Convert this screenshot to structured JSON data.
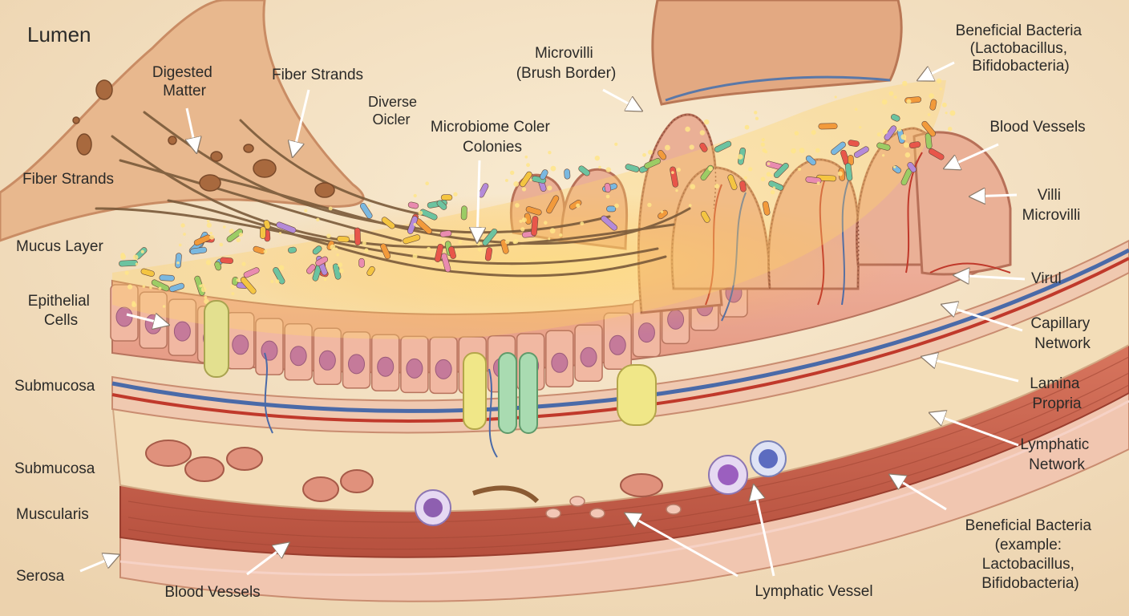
{
  "labels": {
    "lumen": "Lumen",
    "digested_matter": [
      "Digested",
      "Matter"
    ],
    "fiber_strands_top": "Fiber Strands",
    "fiber_strands_left": "Fiber Strands",
    "diverse": [
      "Diverse",
      "Oicler"
    ],
    "microbiome": [
      "Microbiome Coler",
      "Colonies"
    ],
    "microvilli": [
      "Microvilli",
      "(Brush Border)"
    ],
    "beneficial_top": [
      "Beneficial Bacteria",
      "(Lactobacillus,",
      "Bifidobacteria)"
    ],
    "blood_vessels_right": "Blood Vessels",
    "villi": [
      "Villi",
      "Microvilli"
    ],
    "mucus_layer": "Mucus Layer",
    "epithelial": [
      "Epithelial",
      "Cells"
    ],
    "virul": "Virul",
    "capillary": [
      "Capillary",
      "Network"
    ],
    "submucosa_1": "Submucosa",
    "lamina": [
      "Lamina",
      "Propria"
    ],
    "lymphatic_network": [
      "Lymphatic",
      "Network"
    ],
    "submucosa_2": "Submucosa",
    "muscularis": "Muscularis",
    "beneficial_bottom": [
      "Beneficial Bacteria",
      "(example:",
      "Lactobacillus,",
      "Bifidobacteria)"
    ],
    "serosa": "Serosa",
    "blood_vessels_bottom": "Blood Vessels",
    "lymphatic_vessel": "Lymphatic Vessel"
  }
}
